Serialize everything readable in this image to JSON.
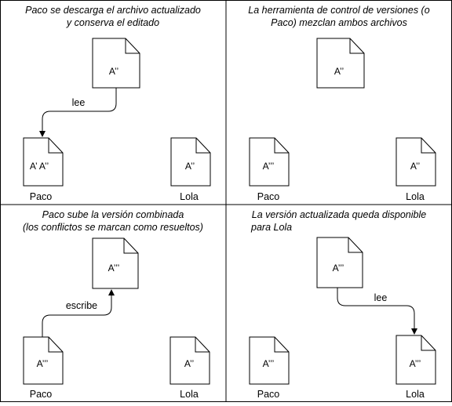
{
  "panels": [
    {
      "caption": [
        "Paco se descarga el archivo actualizado",
        "y conserva el editado"
      ],
      "server_doc": "A’’",
      "arrow_label": "lee",
      "paco_doc": "A’  A’’",
      "lola_doc": "A’’",
      "paco_name": "Paco",
      "lola_name": "Lola"
    },
    {
      "caption": [
        "La herramienta de control de versiones (o",
        "Paco) mezclan ambos archivos"
      ],
      "server_doc": "A’’",
      "paco_doc": "A’’’",
      "lola_doc": "A’’",
      "paco_name": "Paco",
      "lola_name": "Lola"
    },
    {
      "caption": [
        "Paco sube la versión combinada",
        "(los conflictos se marcan como resueltos)"
      ],
      "server_doc": "A’’’",
      "arrow_label": "escribe",
      "paco_doc": "A’’’",
      "lola_doc": "A’’",
      "paco_name": "Paco",
      "lola_name": "Lola"
    },
    {
      "caption": [
        "La versión actualizada queda disponible",
        "para Lola"
      ],
      "server_doc": "A’’’",
      "arrow_label": "lee",
      "paco_doc": "A’’’",
      "lola_doc": "A’’’",
      "paco_name": "Paco",
      "lola_name": "Lola"
    }
  ]
}
